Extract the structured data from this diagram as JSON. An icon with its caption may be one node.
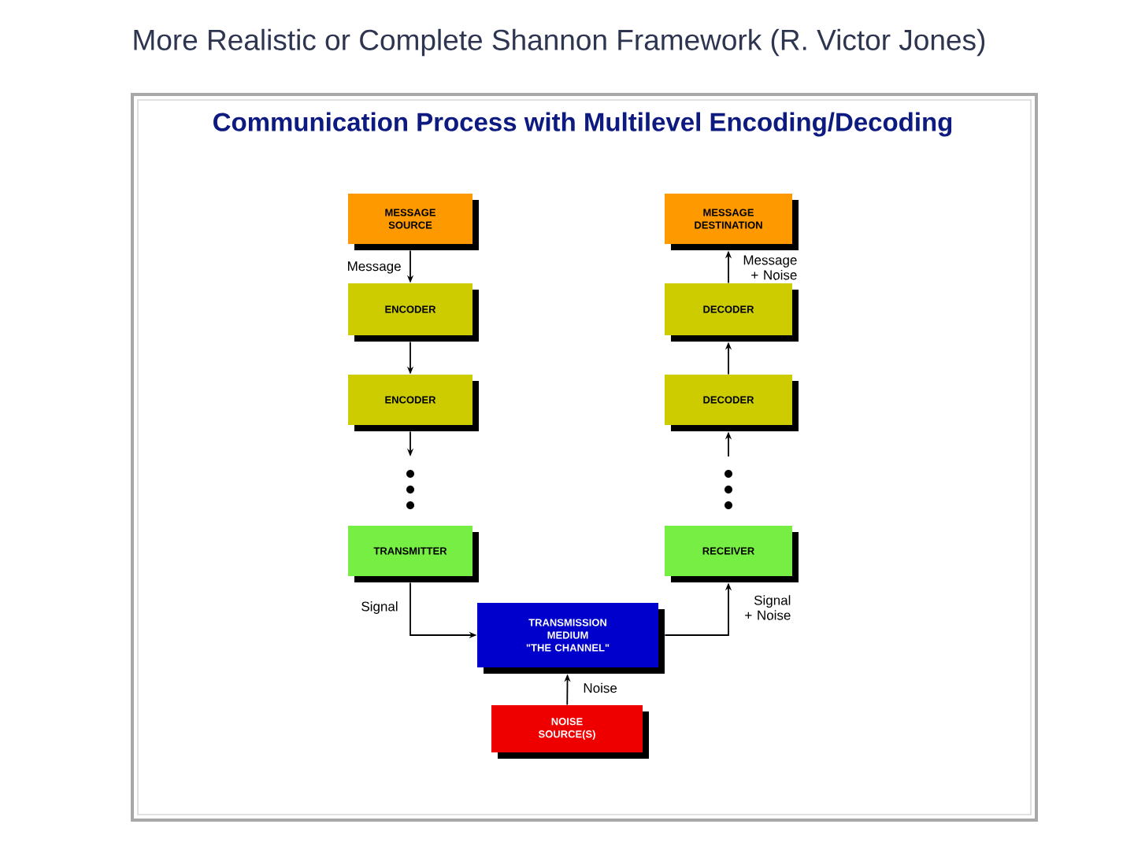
{
  "diagram": {
    "title": "More Realistic or Complete Shannon Framework (R. Victor Jones)",
    "nodes": [
      {
        "text": [
          "MESSAGE SOURCE"
        ]
      },
      {
        "text": [
          "MESSAGE DESTINATION"
        ]
      },
      {
        "text": [
          "ENCODER"
        ]
      },
      {
        "text": [
          "DECODER"
        ]
      },
      {
        "text": [
          "ENCODER"
        ]
      },
      {
        "text": [
          "DECODER"
        ]
      },
      {
        "text": [
          "TRANSMITTER"
        ]
      },
      {
        "text": [
          "RECEIVER"
        ]
      },
      {
        "text": [
          "TRANSMISSION MEDIUM \"THE CHANNEL\""
        ]
      },
      {
        "text": [
          "NOISE SOURCE(S)"
        ]
      }
    ],
    "edges": [
      {
        "from": 0,
        "to": 2,
        "arrow": "to",
        "label": "Message"
      },
      {
        "from": 2,
        "to": 4,
        "arrow": "to"
      },
      {
        "from": 4,
        "to": null,
        "arrow": "to"
      },
      {
        "from": 6,
        "to": 8,
        "arrow": "to",
        "label": "Signal"
      },
      {
        "from": 9,
        "to": 8,
        "arrow": "to",
        "label": "Noise"
      },
      {
        "from": 8,
        "to": 7,
        "arrow": "to",
        "label": "Signal + Noise"
      },
      {
        "from": null,
        "to": 5,
        "arrow": "to"
      },
      {
        "from": 5,
        "to": 3,
        "arrow": "to"
      },
      {
        "from": 3,
        "to": 1,
        "arrow": "to",
        "label": "Message + Noise"
      }
    ],
    "labels": [
      "Communication Process with Multilevel Encoding/Decoding"
    ]
  }
}
